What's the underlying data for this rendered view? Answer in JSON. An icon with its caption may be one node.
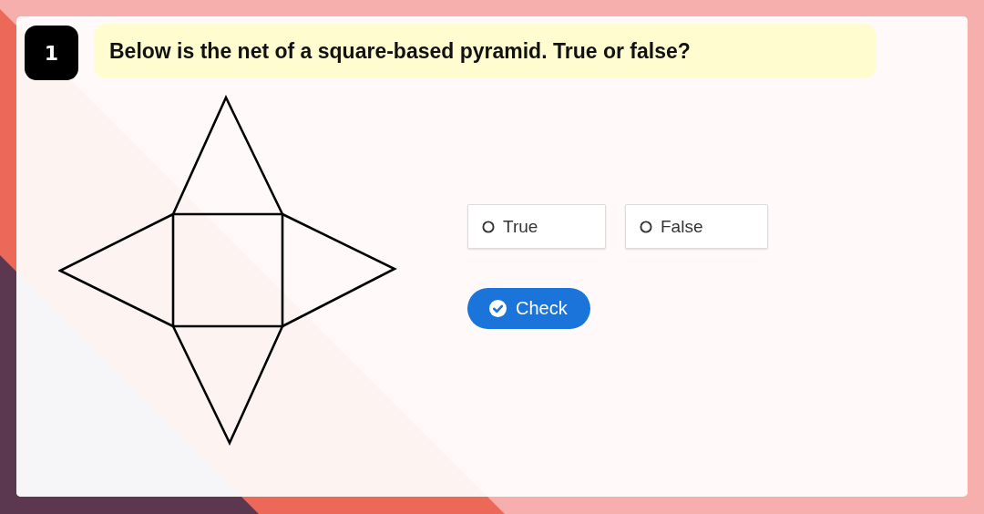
{
  "diagram": {
    "nodes": [
      {
        "text": [
          "1"
        ]
      },
      {
        "text": [
          "Below is the net of a square-based pyramid. True or false?"
        ]
      },
      {
        "text": [
          "True"
        ]
      },
      {
        "text": [
          "False"
        ]
      },
      {
        "text": [
          "Check"
        ]
      }
    ]
  }
}
